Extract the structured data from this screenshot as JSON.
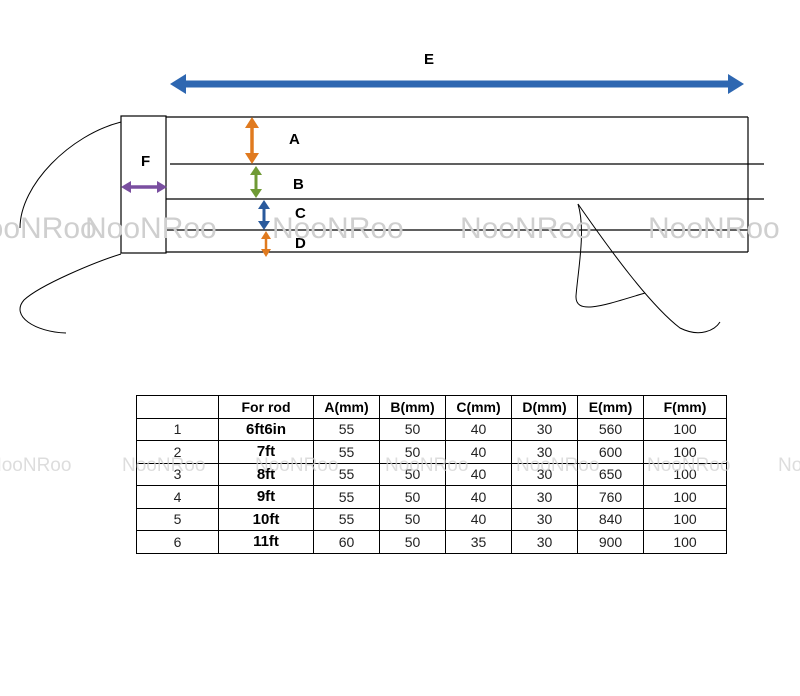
{
  "dimension_labels": {
    "e": "E",
    "f": "F",
    "a": "A",
    "b": "B",
    "c": "C",
    "d": "D"
  },
  "colors": {
    "e_arrow": "#2e67b1",
    "a_arrow": "#e07a1f",
    "b_arrow": "#6f9a35",
    "c_arrow": "#2a5a9c",
    "d_arrow": "#e07a1f",
    "f_arrow": "#7a4fa0"
  },
  "watermark": "NooNRoo",
  "table": {
    "headers": [
      "",
      "For rod",
      "A(mm)",
      "B(mm)",
      "C(mm)",
      "D(mm)",
      "E(mm)",
      "F(mm)"
    ],
    "rows": [
      [
        "1",
        "6ft6in",
        "55",
        "50",
        "40",
        "30",
        "560",
        "100"
      ],
      [
        "2",
        "7ft",
        "55",
        "50",
        "40",
        "30",
        "600",
        "100"
      ],
      [
        "3",
        "8ft",
        "55",
        "50",
        "40",
        "30",
        "650",
        "100"
      ],
      [
        "4",
        "9ft",
        "55",
        "50",
        "40",
        "30",
        "760",
        "100"
      ],
      [
        "5",
        "10ft",
        "55",
        "50",
        "40",
        "30",
        "840",
        "100"
      ],
      [
        "6",
        "11ft",
        "60",
        "50",
        "35",
        "30",
        "900",
        "100"
      ]
    ]
  }
}
